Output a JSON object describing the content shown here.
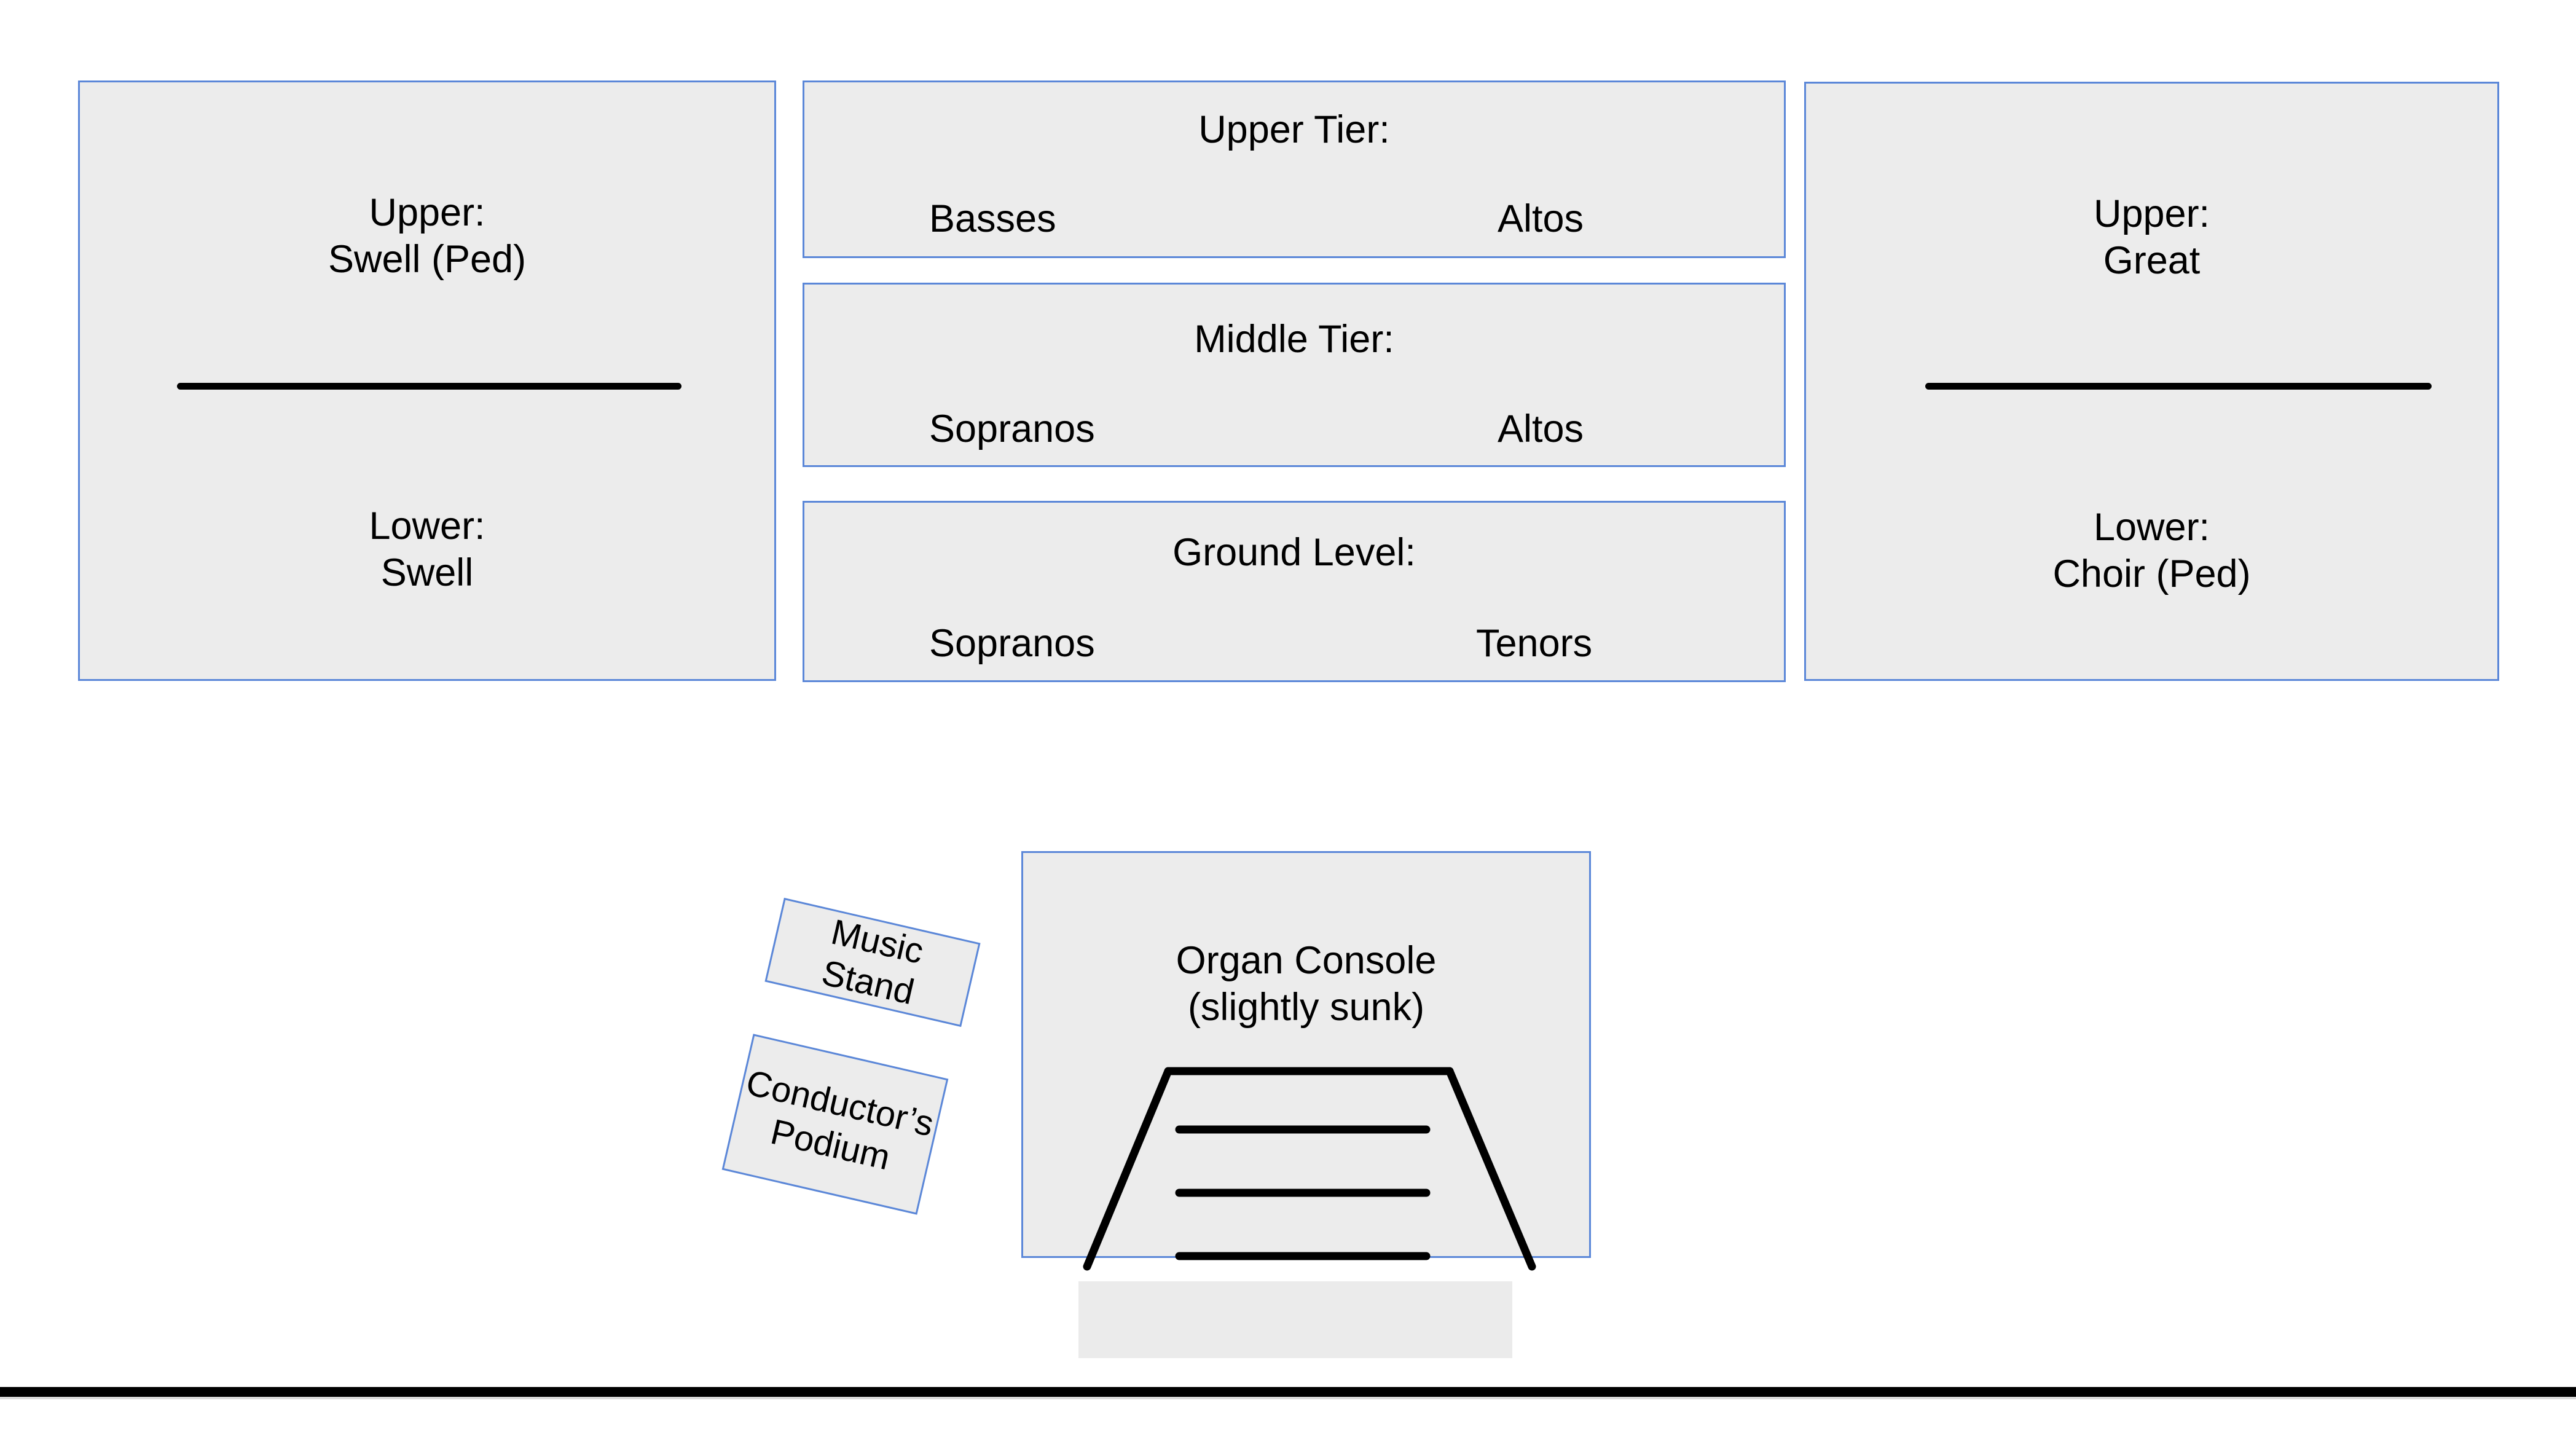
{
  "colors": {
    "shape_fill": "#ececec",
    "shape_border": "#5b87d8",
    "ink": "#000000",
    "stage_apron_fill": "#ebebeb",
    "floor_line": "#000000",
    "floor_line_shadow": "#d9d9d9"
  },
  "left_loft": {
    "upper_line1": "Upper:",
    "upper_line2": "Swell (Ped)",
    "lower_line1": "Lower:",
    "lower_line2": "Swell"
  },
  "right_loft": {
    "upper_line1": "Upper:",
    "upper_line2": "Great",
    "lower_line1": "Lower:",
    "lower_line2": "Choir (Ped)"
  },
  "tiers": [
    {
      "title": "Upper Tier:",
      "left_group": "Basses",
      "right_group": "Altos"
    },
    {
      "title": "Middle Tier:",
      "left_group": "Sopranos",
      "right_group": "Altos"
    },
    {
      "title": "Ground Level:",
      "left_group": "Sopranos",
      "right_group": "Tenors"
    }
  ],
  "console": {
    "line1": "Organ Console",
    "line2": "(slightly sunk)"
  },
  "music_stand": {
    "line1": "Music",
    "line2": "Stand"
  },
  "podium": {
    "line1": "Conductor’s",
    "line2": "Podium"
  }
}
